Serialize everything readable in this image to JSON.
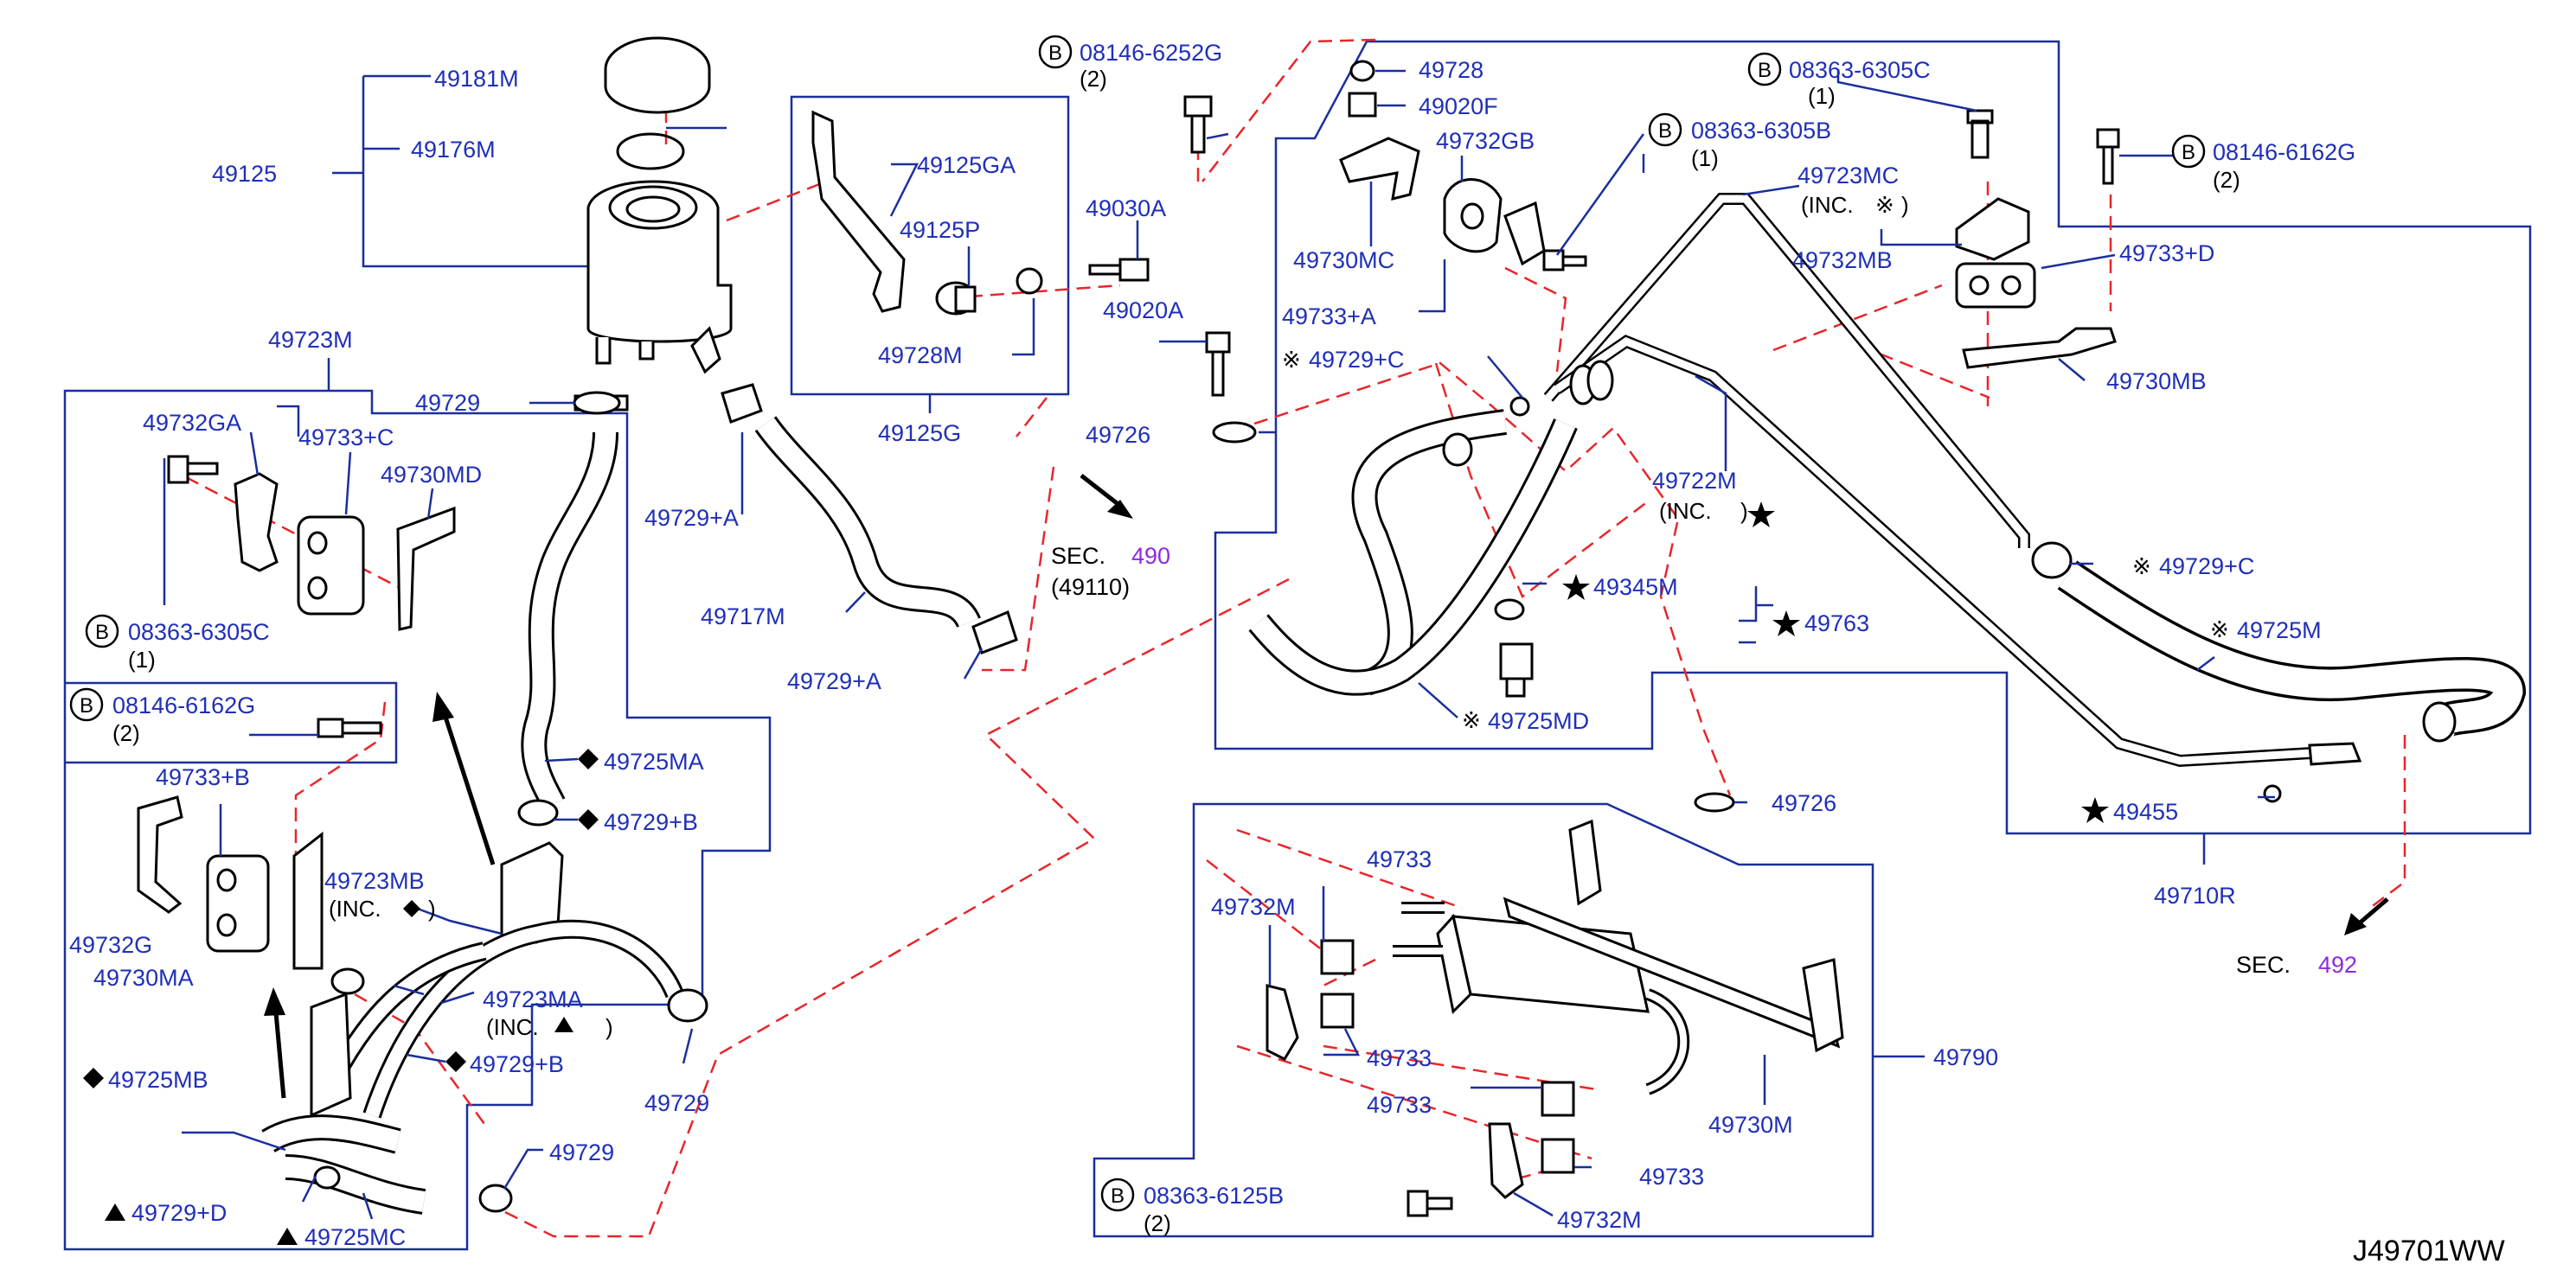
{
  "diagram_code": "J49701WW",
  "labels": {
    "p49181M": "49181M",
    "p49176M": "49176M",
    "p49125": "49125",
    "p49125GA": "49125GA",
    "p49125P": "49125P",
    "p49728M": "49728M",
    "p49125G": "49125G",
    "p49030A": "49030A",
    "p49020A": "49020A",
    "p49726a": "49726",
    "p49726b": "49726",
    "p49728": "49728",
    "p49020F": "49020F",
    "p49732GB": "49732GB",
    "p49730MC": "49730MC",
    "p49733A": "49733+A",
    "p49729Ca": "49729+C",
    "p49729Cb": "49729+C",
    "p49723MC": "49723MC",
    "p49732MB": "49732MB",
    "p49733D": "49733+D",
    "p49730MB": "49730MB",
    "p49722M": "49722M",
    "p49345M": "49345M",
    "p49763": "49763",
    "p49725MD": "49725MD",
    "p49725M": "49725M",
    "p49455": "49455",
    "p49710R": "49710R",
    "p49723M": "49723M",
    "p49729a": "49729",
    "p49729b": "49729",
    "p49729c": "49729",
    "p49732GA": "49732GA",
    "p49733C": "49733+C",
    "p49730MD": "49730MD",
    "p49729Aa": "49729+A",
    "p49729Ab": "49729+A",
    "p49717M": "49717M",
    "p49725MA": "49725MA",
    "p49729Ba": "49729+B",
    "p49729Bb": "49729+B",
    "p49733B": "49733+B",
    "p49723MB": "49723MB",
    "p49732G": "49732G",
    "p49730MA": "49730MA",
    "p49723MA": "49723MA",
    "p49725MB": "49725MB",
    "p49729D": "49729+D",
    "p49725MC": "49725MC",
    "p49733a": "49733",
    "p49733b": "49733",
    "p49733c": "49733",
    "p49733d": "49733",
    "p49732Ma": "49732M",
    "p49732Mb": "49732M",
    "p49790": "49790",
    "p49730M": "49730M"
  },
  "bolts": {
    "b1": "08146-6252G",
    "b1q": "(2)",
    "b2": "08363-6305C",
    "b2q": "(1)",
    "b3": "08363-6305B",
    "b3q": "(1)",
    "b4": "08146-6162G",
    "b4q": "(2)",
    "b5": "08363-6305C",
    "b5q": "(1)",
    "b6": "08146-6162G",
    "b6q": "(2)",
    "b7": "08363-6125B",
    "b7q": "(2)",
    "circle_letter": "B"
  },
  "inc_notes": {
    "mc_open": "(INC.",
    "mc_mark": "※",
    "mc_close": ")",
    "m22_open": "(INC.",
    "m22_close": ")",
    "mb_open": "(INC.",
    "mb_close": ")",
    "ma_open": "(INC.",
    "ma_close": ")"
  },
  "section_refs": {
    "sec_label": "SEC.",
    "sec490": "490",
    "sec490_sub": "(49110)",
    "sec492": "492"
  },
  "symbols": {
    "note": "※"
  },
  "colors": {
    "label_blue": "#1f2fb8",
    "frame_blue": "#1a2f9c",
    "dash_red": "#e8262b",
    "sec_purple": "#8a2be2"
  }
}
